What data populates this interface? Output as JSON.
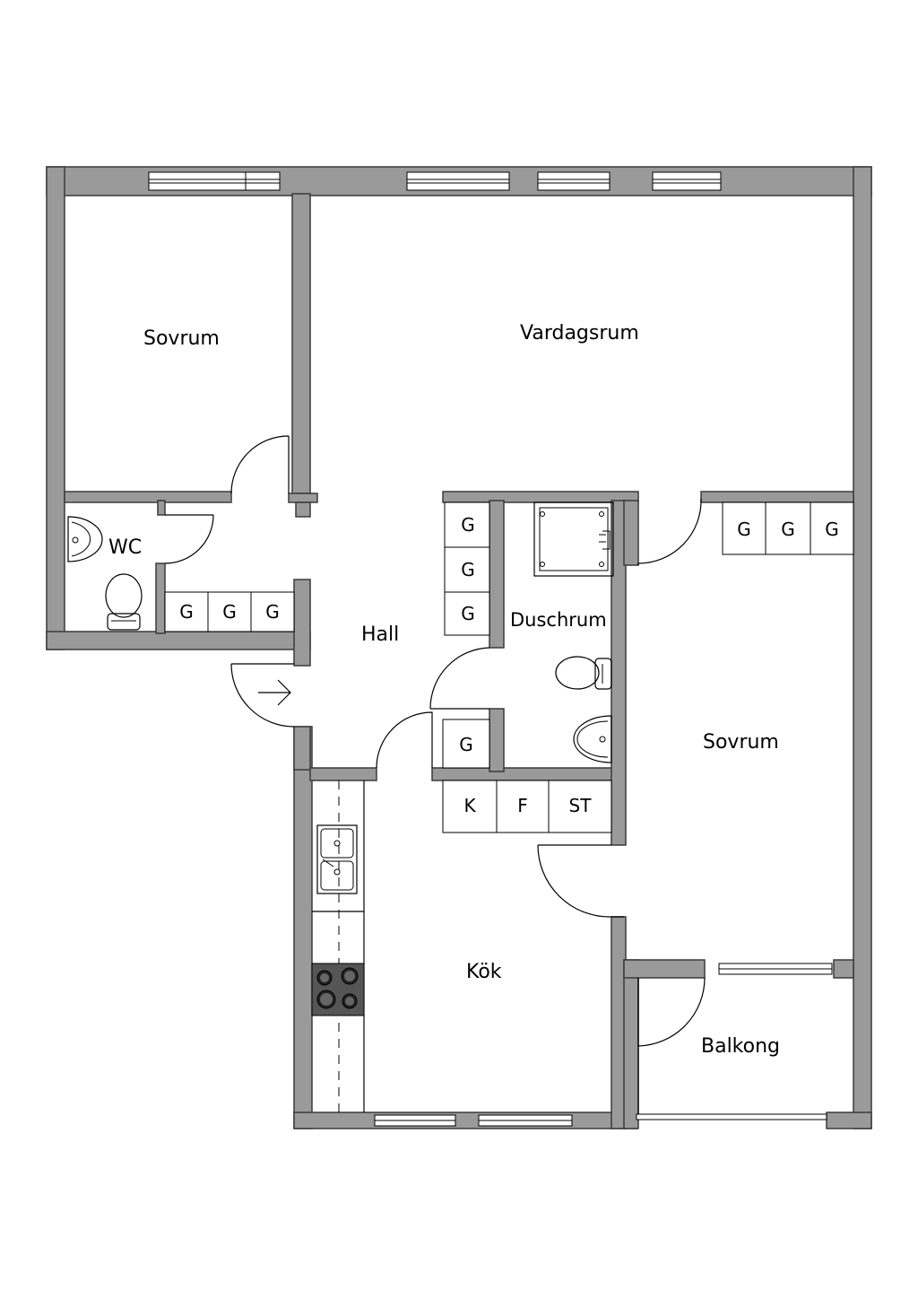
{
  "rooms": {
    "sovrum_1": "Sovrum",
    "vardagsrum": "Vardagsrum",
    "wc": "WC",
    "hall": "Hall",
    "duschrum": "Duschrum",
    "sovrum_2": "Sovrum",
    "kok": "Kök",
    "balkong": "Balkong"
  },
  "cabinets": {
    "hall_row": [
      "G",
      "G",
      "G"
    ],
    "duschrum_column": [
      "G",
      "G",
      "G"
    ],
    "sovrum_row": [
      "G",
      "G",
      "G"
    ],
    "hall_single": "G",
    "kitchen_row": [
      "K",
      "F",
      "ST"
    ]
  },
  "colors": {
    "wall_fill": "#9a9a9a",
    "wall_stroke": "#3a3a3a",
    "background": "#ffffff"
  },
  "icons": [
    "toilet-icon",
    "sink-icon",
    "shower-icon",
    "kitchen-sink-icon",
    "stove-icon",
    "entrance-arrow-icon"
  ]
}
